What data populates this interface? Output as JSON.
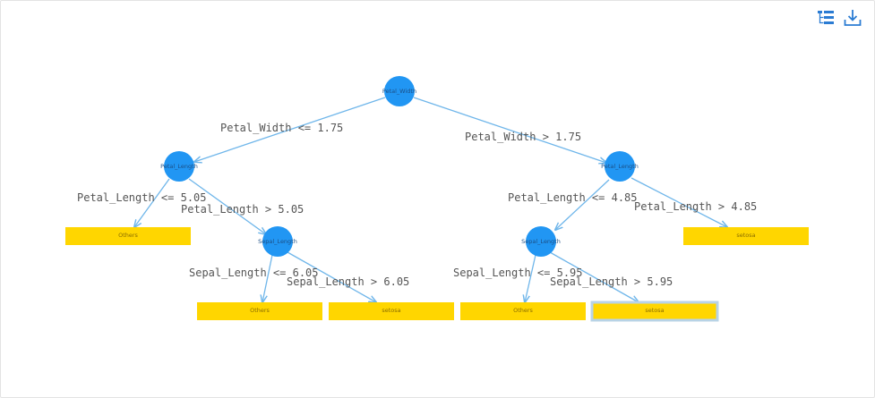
{
  "toolbar": {
    "view_icon": "tree-list-icon",
    "download_icon": "download-icon",
    "accent_color": "#2196f3"
  },
  "tree": {
    "nodes": {
      "root": {
        "label": "Petal_Width"
      },
      "left": {
        "label": "Petal_Length"
      },
      "right": {
        "label": "Petal_Length"
      },
      "left_right": {
        "label": "Sepal_Length"
      },
      "right_left": {
        "label": "Sepal_Length"
      }
    },
    "leaves": {
      "l1": {
        "label": "Others"
      },
      "l2": {
        "label": "Others"
      },
      "l3": {
        "label": "setosa"
      },
      "l4": {
        "label": "Others"
      },
      "l5": {
        "label": "setosa",
        "selected": true
      },
      "l6": {
        "label": "setosa"
      }
    },
    "edges": {
      "root_left": "Petal_Width <= 1.75",
      "root_right": "Petal_Width > 1.75",
      "left_l1": "Petal_Length <= 5.05",
      "left_lr": "Petal_Length > 5.05",
      "lr_l2": "Sepal_Length <= 6.05",
      "lr_l3": "Sepal_Length > 6.05",
      "right_rl": "Petal_Length <= 4.85",
      "right_l6": "Petal_Length > 4.85",
      "rl_l4": "Sepal_Length <= 5.95",
      "rl_l5": "Sepal_Length > 5.95"
    },
    "colors": {
      "node": "#2196f3",
      "leaf": "#ffd600",
      "edge": "#6fb6ea",
      "selected_border": "#b8d3e6"
    }
  }
}
